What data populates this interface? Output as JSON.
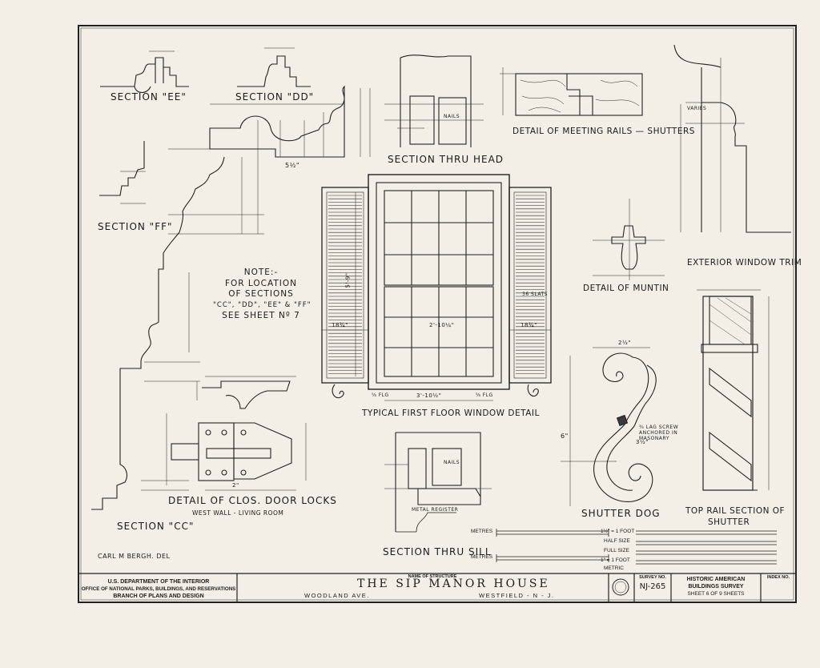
{
  "labels": {
    "section_ee": "SECTION \"EE\"",
    "section_dd": "SECTION \"DD\"",
    "section_thru_head": "SECTION THRU HEAD",
    "detail_meeting_rails": "DETAIL OF MEETING RAILS — SHUTTERS",
    "section_ff": "SECTION \"FF\"",
    "exterior_window_trim": "EXTERIOR WINDOW TRIM",
    "detail_muntin": "DETAIL OF MUNTIN",
    "typical_window": "TYPICAL FIRST FLOOR WINDOW DETAIL",
    "closet_locks": "DETAIL OF CLOS. DOOR LOCKS",
    "closet_locks_sub": "WEST WALL - LIVING ROOM",
    "section_cc": "SECTION \"CC\"",
    "section_thru_sill": "SECTION THRU SILL",
    "shutter_dog": "SHUTTER DOG",
    "top_rail_line1": "TOP RAIL SECTION OF",
    "top_rail_line2": "SHUTTER",
    "draftsman": "CARL M BERGH.   DEL"
  },
  "annotations": {
    "note_lines": [
      "NOTE:-",
      "FOR LOCATION",
      "OF SECTIONS",
      "\"CC\", \"DD\", \"EE\" & \"FF\"",
      "SEE SHEET Nº 7"
    ],
    "dim_54": "5½\"",
    "dim_18_3_4_left": "18¾\"",
    "dim_18_3_4_right": "18¾\"",
    "dim_36_slats": "36 SLATS",
    "dim_2_10_1_4": "2'-10¼\"",
    "dim_3_10_1_2": "3'-10½\"",
    "dim_5_9": "5'-9\"",
    "dim_lag_screw": "¾ LAG SCREW ANCHORED IN MASONARY",
    "dim_metal_register": "METAL REGISTER",
    "dim_6": "6\"",
    "dim_2": "2\"",
    "dim_2_half": "2½\"",
    "dim_3_1_2": "3½\"",
    "dim_nails": "NAILS",
    "dim_varies": "VARIES",
    "dim_5_8_flg_left": "⅝ FLG",
    "dim_5_8_flg_right": "⅝ FLG"
  },
  "scale": {
    "rows": [
      {
        "left": "METRES",
        "right": "1½\" = 1 FOOT"
      },
      {
        "left": "",
        "right": "HALF SIZE"
      },
      {
        "left": "METRES",
        "right": "FULL SIZE"
      },
      {
        "left": "",
        "right": "1\" = 1 FOOT"
      },
      {
        "left": "",
        "right": "METRIC"
      }
    ]
  },
  "title_block": {
    "agency_line1": "U.S. DEPARTMENT OF THE INTERIOR",
    "agency_line2": "OFFICE OF NATIONAL PARKS, BUILDINGS, AND RESERVATIONS",
    "agency_line3": "BRANCH OF PLANS AND DESIGN",
    "name_caption": "NAME OF STRUCTURE",
    "structure_name": "THE SIP MANOR HOUSE",
    "street": "WOODLAND AVE.",
    "city": "WESTFIELD - N - J.",
    "survey_caption": "SURVEY NO.",
    "survey_no": "NJ-265",
    "habs_line1": "HISTORIC AMERICAN",
    "habs_line2": "BUILDINGS SURVEY",
    "sheet_info": "SHEET 6 OF 9 SHEETS",
    "index_caption": "INDEX NO."
  }
}
